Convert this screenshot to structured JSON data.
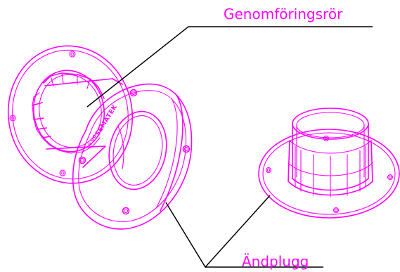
{
  "labels": {
    "top": "Genomföringsrör",
    "bottom": "Ändplugg"
  },
  "brand_logo_text": "SEMATEK",
  "colors": {
    "ink": "#ff00ff",
    "leader": "#000000",
    "background": "#ffffff"
  }
}
